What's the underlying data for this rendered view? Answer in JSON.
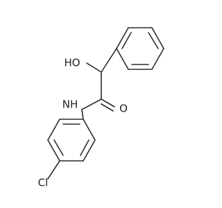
{
  "molecule": {
    "atom_labels": {
      "hydroxyl": "HO",
      "carbonyl_oxygen": "O",
      "amide_nitrogen": "NH",
      "chlorine": "Cl"
    },
    "colors": {
      "bond": "#2b2b2b",
      "label": "#222222",
      "background": "#ffffff"
    }
  }
}
